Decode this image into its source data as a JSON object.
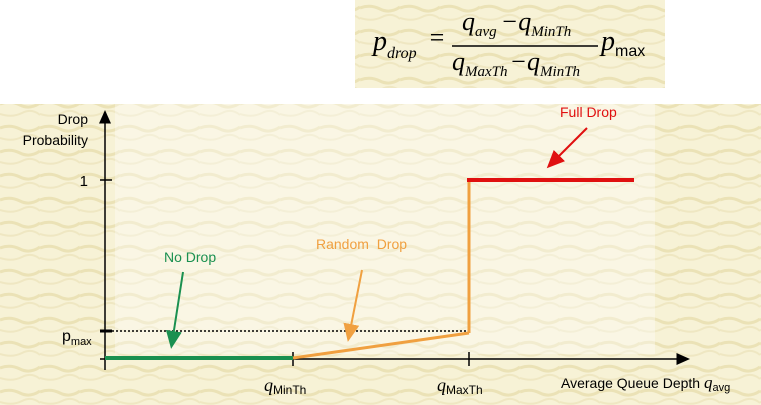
{
  "formula": {
    "lhs": "p",
    "lhs_sub": "drop",
    "num_a": "q",
    "num_a_sub": "avg",
    "num_minus": "−",
    "num_b": "q",
    "num_b_sub": "MinTh",
    "den_a": "q",
    "den_a_sub": "MaxTh",
    "den_minus": "−",
    "den_b": "q",
    "den_b_sub": "MinTh",
    "rhs": "p",
    "rhs_sub": "max"
  },
  "axes": {
    "y_label_line1": "Drop",
    "y_label_line2": "Probability",
    "y_tick_1": "1",
    "y_tick_pmax": "p",
    "y_tick_pmax_sub": "max",
    "x_tick_min": "q",
    "x_tick_min_sub": "MinTh",
    "x_tick_max": "q",
    "x_tick_max_sub": "MaxTh",
    "x_label": "Average Queue Depth ",
    "x_label_q": "q",
    "x_label_q_sub": "avg"
  },
  "regions": {
    "no_drop": "No Drop",
    "random_drop": "Random  Drop",
    "full_drop": "Full Drop"
  },
  "colors": {
    "no_drop": "#1a9050",
    "random_drop": "#f0a040",
    "full_drop": "#e01010",
    "axis": "#000000"
  },
  "chart_data": {
    "type": "line",
    "segments": [
      {
        "name": "No Drop",
        "x": [
          "0",
          "q_MinTh"
        ],
        "y": [
          0,
          0
        ]
      },
      {
        "name": "Random  Drop",
        "x": [
          "q_MinTh",
          "q_MaxTh"
        ],
        "y": [
          0,
          "p_max"
        ]
      },
      {
        "name": "Full Drop",
        "x": [
          "q_MaxTh",
          "end"
        ],
        "y": [
          1,
          1
        ]
      }
    ]
  }
}
